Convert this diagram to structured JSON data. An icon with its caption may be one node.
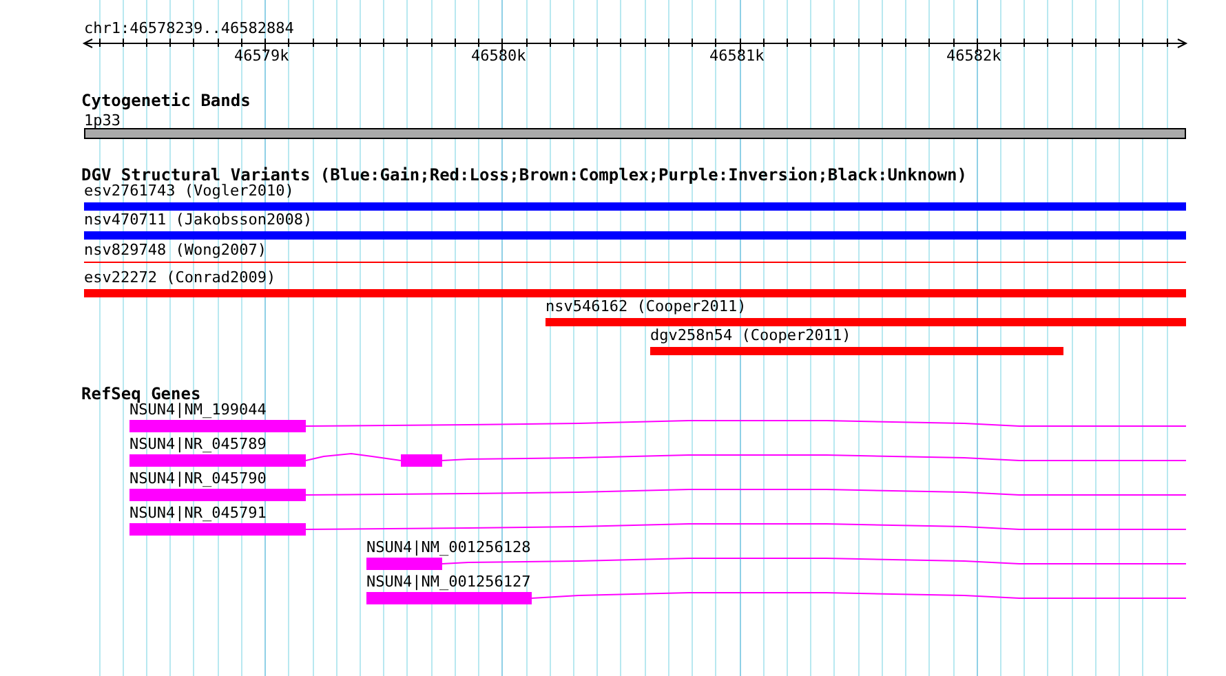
{
  "diagram": {
    "labels": [
      "chr1:46578239..46582884",
      "46579k",
      "46580k",
      "46581k",
      "46582k",
      "Cytogenetic Bands",
      "1p33",
      "DGV Structural Variants (Blue:Gain;Red:Loss;Brown:Complex;Purple:Inversion;Black:Unknown)",
      "esv2761743 (Vogler2010)",
      "nsv470711 (Jakobsson2008)",
      "nsv829748 (Wong2007)",
      "esv22272 (Conrad2009)",
      "nsv546162 (Cooper2011)",
      "dgv258n54 (Cooper2011)",
      "RefSeq Genes",
      "NSUN4|NM_199044",
      "NSUN4|NR_045789",
      "NSUN4|NR_045790",
      "NSUN4|NR_045791",
      "NSUN4|NM_001256128",
      "NSUN4|NM_001256127"
    ]
  }
}
